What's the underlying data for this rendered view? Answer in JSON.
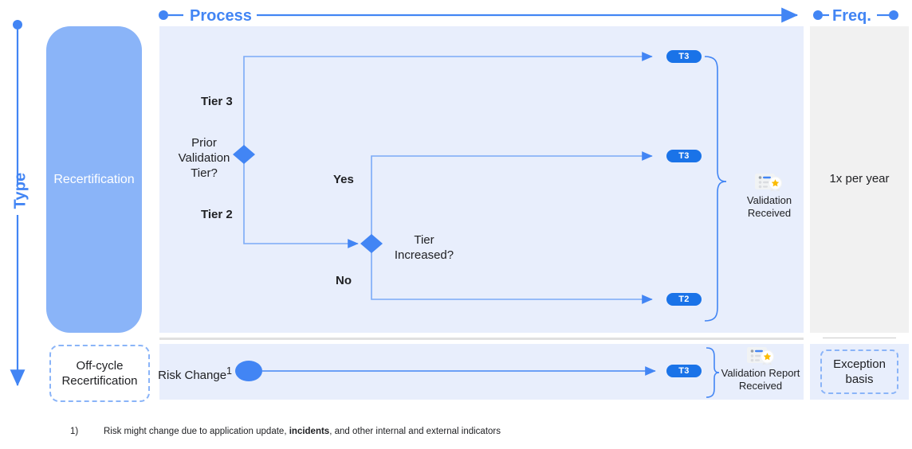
{
  "axes": {
    "type_label": "Type",
    "process_label": "Process",
    "freq_label": "Freq."
  },
  "type_column": {
    "recertification": "Recertification",
    "off_cycle": "Off-cycle Recertification"
  },
  "frequency_column": {
    "annual": "1x per year",
    "exception": "Exception basis"
  },
  "process_top": {
    "start_decision": "Prior Validation Tier?",
    "branch_tier3": "Tier 3",
    "branch_tier2": "Tier 2",
    "second_decision": "Tier Increased?",
    "branch_yes": "Yes",
    "branch_no": "No",
    "outcome_tier3_top": "T3",
    "outcome_tier3_mid": "T3",
    "outcome_tier2": "T2",
    "result_icon": "validation-certificate-icon",
    "result_label": "Validation Received"
  },
  "process_bottom": {
    "trigger": "Risk Change",
    "trigger_superscript": "1",
    "outcome": "T3",
    "result_icon": "validation-certificate-icon",
    "result_label": "Validation Report Received"
  },
  "footnote": {
    "number": "1)",
    "text_before": "Risk might change due to application update, ",
    "bold": "incidents",
    "text_after": ", and other internal and external indicators"
  },
  "colors": {
    "accent_blue": "#4285f4",
    "pill_blue": "#1a73e8",
    "soft_blue": "#8ab4f8",
    "panel_blue": "#e8eefc",
    "panel_gray": "#f1f1f1"
  }
}
